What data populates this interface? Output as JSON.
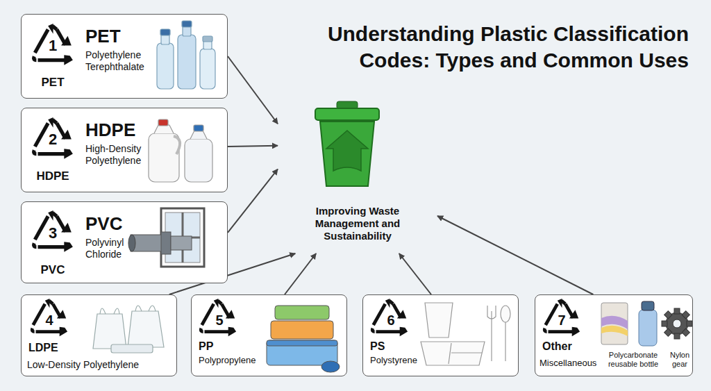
{
  "diagram": {
    "title": "Understanding Plastic Classification Codes: Types and Common Uses",
    "nodes": [
      {
        "text": [
          "1",
          "PET",
          "PET",
          "Polyethylene Terephthalate"
        ]
      },
      {
        "text": [
          "2",
          "HDPE",
          "HDPE",
          "High-Density Polyethylene"
        ]
      },
      {
        "text": [
          "3",
          "PVC",
          "PVC",
          "Polyvinyl Chloride"
        ]
      },
      {
        "text": [
          "4",
          "LDPE",
          "Low-Density Polyethylene"
        ]
      },
      {
        "text": [
          "5",
          "PP",
          "Polypropylene"
        ]
      },
      {
        "text": [
          "6",
          "PS",
          "Polystyrene"
        ]
      },
      {
        "text": [
          "7",
          "Other",
          "Miscellaneous",
          "Polycarbonate reusable bottle",
          "Nylon gear"
        ]
      },
      {
        "text": [
          "Improving Waste Management and Sustainability"
        ]
      }
    ],
    "edges": [
      {
        "from": 0,
        "to": 7,
        "arrow": "to"
      },
      {
        "from": 1,
        "to": 7,
        "arrow": "to"
      },
      {
        "from": 2,
        "to": 7,
        "arrow": "to"
      },
      {
        "from": 3,
        "to": 7,
        "arrow": "to"
      },
      {
        "from": 4,
        "to": 7,
        "arrow": "to"
      },
      {
        "from": 5,
        "to": 7,
        "arrow": "to"
      },
      {
        "from": 6,
        "to": 7,
        "arrow": "to"
      }
    ]
  }
}
